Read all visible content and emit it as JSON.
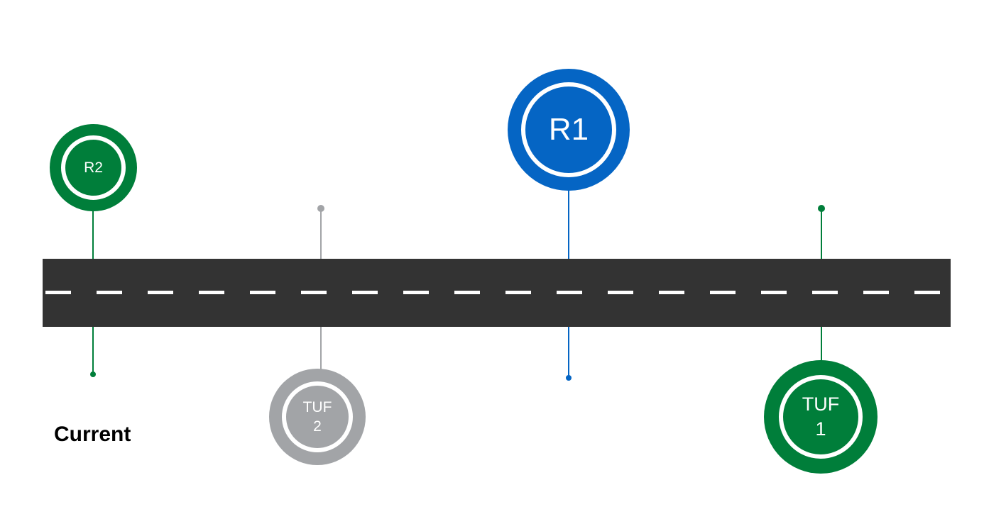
{
  "colors": {
    "green": "#007e3a",
    "blue": "#0565c4",
    "gray": "#a2a4a7",
    "road": "#333333",
    "dash": "#ffffff"
  },
  "markers": {
    "r2": {
      "label": "R2"
    },
    "tuf2": {
      "label": "TUF\n2"
    },
    "r1": {
      "label": "R1"
    },
    "tuf1": {
      "label": "TUF\n1"
    }
  },
  "current_label": "Current"
}
